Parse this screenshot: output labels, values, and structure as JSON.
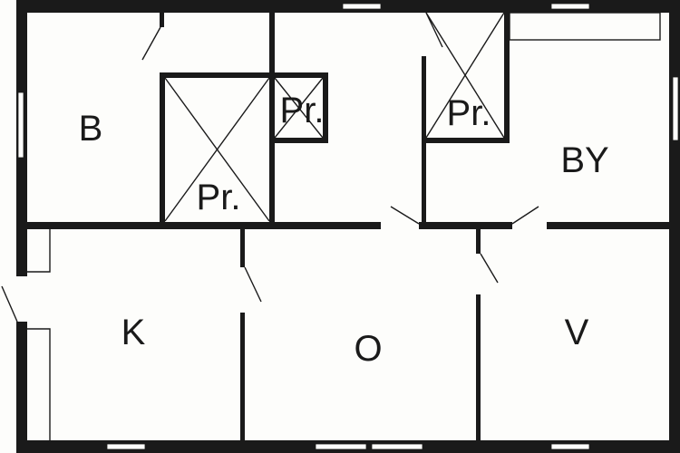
{
  "floor_plan": {
    "rooms": [
      {
        "id": "b",
        "label": "B"
      },
      {
        "id": "pr-large",
        "label": "Pr."
      },
      {
        "id": "pr-small",
        "label": "Pr."
      },
      {
        "id": "pr-right",
        "label": "Pr."
      },
      {
        "id": "by",
        "label": "BY"
      },
      {
        "id": "k",
        "label": "K"
      },
      {
        "id": "o",
        "label": "O"
      },
      {
        "id": "v",
        "label": "V"
      }
    ],
    "colors": {
      "wall": "#1a1a1a",
      "background": "#fdfdfb"
    }
  }
}
